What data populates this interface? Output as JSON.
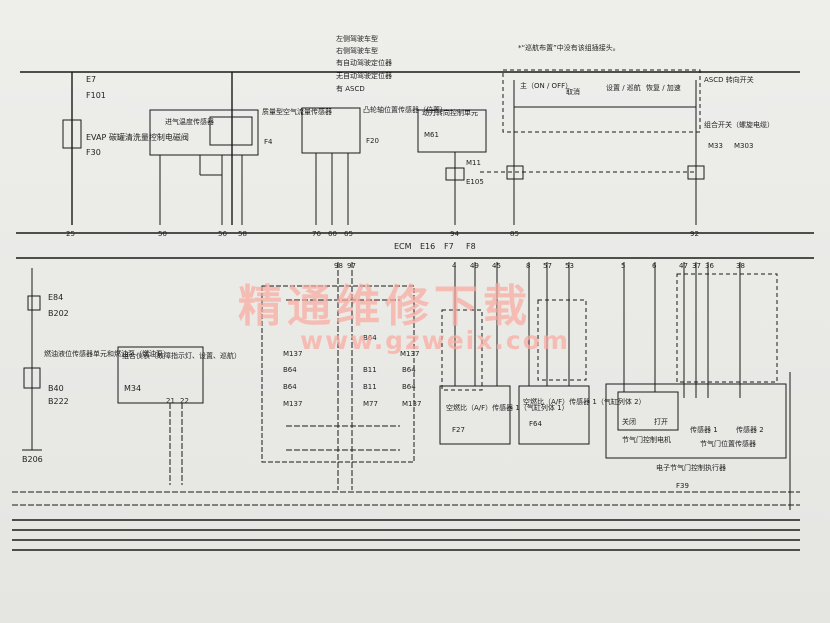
{
  "legend": {
    "L": "左侧驾驶车型",
    "R": "右侧驾驶车型",
    "PM": "有自动驾驶定位器",
    "OP": "无自动驾驶定位器",
    "AS": "有 ASCD"
  },
  "note": "*“巡航布置”中没有该组插接头。",
  "components": {
    "evap": "EVAP 碳罐清洗量控制电磁阀",
    "evap_code": "F30",
    "iat": "进气温度传感器",
    "maf": "质量型空气流量传感器",
    "maf_code": "F4",
    "cmp": "凸轮轴位置传感器（位置）",
    "cmp_code": "F20",
    "ps": "动力转向控制单元",
    "ps_code": "M61",
    "asc_main": "主（ON / OFF）",
    "asc_cancel": "取消",
    "asc_set": "设置 / 巡航",
    "asc_resume": "恢复 / 加速",
    "asc_switch": "ASCD 转向开关",
    "combo_switch": "组合开关（螺旋电缆）",
    "combo_switch_codes": [
      "M33",
      "M303"
    ],
    "ecm": "ECM",
    "ecm_codes": [
      "E16",
      "F7",
      "F8"
    ],
    "fuel": "燃油液位传感器单元和燃油泵（燃油泵）",
    "fuel_codes": [
      "B40",
      "B222"
    ],
    "meter": "组合仪表（故障指示灯、设置、巡航）",
    "meter_code": "M34",
    "af1": "空燃比（A/F）传感器 1（气缸列体 1）",
    "af1_code": "F27",
    "af2": "空燃比（A/F）传感器 1（气缸列体 2）",
    "af2_code": "F64",
    "throttle_motor": "节气门控制电机",
    "close": "关闭",
    "open": "打开",
    "sensor1": "传感器 1",
    "sensor2": "传感器 2",
    "tps": "节气门位置传感器",
    "etc": "电子节气门控制执行器",
    "etc_code": "F39"
  },
  "connectors": {
    "left_upper": [
      "E7",
      "F101"
    ],
    "left_lower": [
      "E84",
      "B202"
    ],
    "ground": "B206",
    "m11": "M11",
    "e105": "E105",
    "grid_codes": [
      "M137",
      "B64",
      "B11",
      "B64",
      "M137",
      "B64",
      "B64",
      "M77",
      "M137",
      "B11",
      "B64",
      "M137"
    ]
  },
  "pins": {
    "ecm_top": [
      "25",
      "50",
      "56",
      "58",
      "76",
      "60",
      "65",
      "94",
      "85",
      "92"
    ],
    "ecm_bottom": [
      "98",
      "97",
      "4",
      "49",
      "45",
      "8",
      "57",
      "53",
      "5",
      "6",
      "47",
      "37",
      "36",
      "38"
    ],
    "meter_pins": [
      "21",
      "22"
    ]
  },
  "watermark": {
    "main": "精通维修下载",
    "url": "www.gzweix.com"
  }
}
